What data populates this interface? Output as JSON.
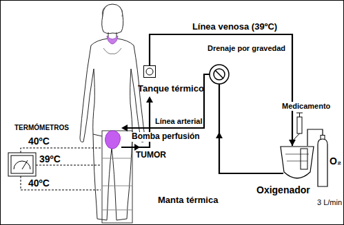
{
  "diagram": {
    "nodes": [
      {
        "text": [
          "Tanque térmico"
        ]
      },
      {
        "text": [
          "Oxigenador"
        ]
      },
      {
        "text": [
          "O₂",
          "3 L/min"
        ]
      }
    ],
    "edges": [
      {
        "from": 0,
        "to": 1,
        "arrow": "to",
        "label": "Línea venosa (39ºC)"
      },
      {
        "from": 2,
        "to": 1,
        "arrow": "none"
      }
    ],
    "labels": [
      "Drenaje por gravedad",
      "Medicamento",
      "TERMÓMETROS",
      "40ºC",
      "39ºC",
      "Línea arterial",
      "Bomba perfusión",
      "TUMOR",
      "40ºC",
      "Manta térmica"
    ]
  }
}
